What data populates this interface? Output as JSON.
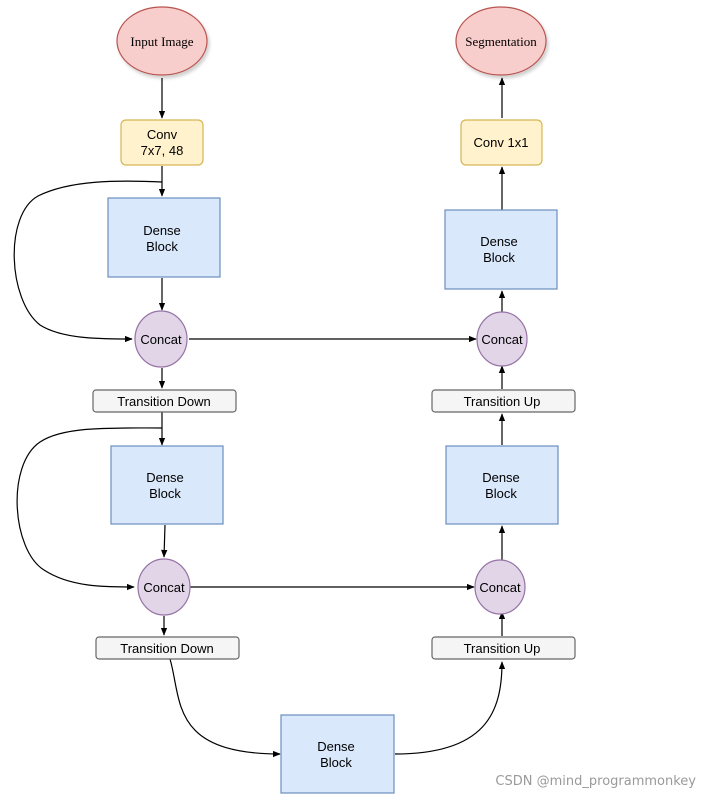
{
  "colors": {
    "ellipse_fill": "#f8cecc",
    "ellipse_stroke": "#b85450",
    "conv_fill": "#fff2cc",
    "conv_stroke": "#d6b656",
    "dense_fill": "#dae8fc",
    "dense_stroke": "#6c8ebf",
    "concat_fill": "#e1d5e7",
    "concat_stroke": "#9673a6",
    "transition_fill": "#f5f5f5",
    "transition_stroke": "#666666",
    "edge": "#000000"
  },
  "nodes": {
    "input_image": "Input Image",
    "segmentation": "Segmentation",
    "conv_first": [
      "Conv",
      "7x7, 48"
    ],
    "conv_last": "Conv 1x1",
    "dense_down_1": [
      "Dense",
      "Block"
    ],
    "dense_down_2": [
      "Dense",
      "Block"
    ],
    "dense_bottleneck": [
      "Dense",
      "Block"
    ],
    "dense_up_1": [
      "Dense",
      "Block"
    ],
    "dense_up_2": [
      "Dense",
      "Block"
    ],
    "concat_down_1": "Concat",
    "concat_down_2": "Concat",
    "concat_up_1": "Concat",
    "concat_up_2": "Concat",
    "transition_down_1": "Transition Down",
    "transition_down_2": "Transition Down",
    "transition_up_1": "Transition Up",
    "transition_up_2": "Transition Up"
  },
  "watermark": "CSDN @mind_programmonkey"
}
